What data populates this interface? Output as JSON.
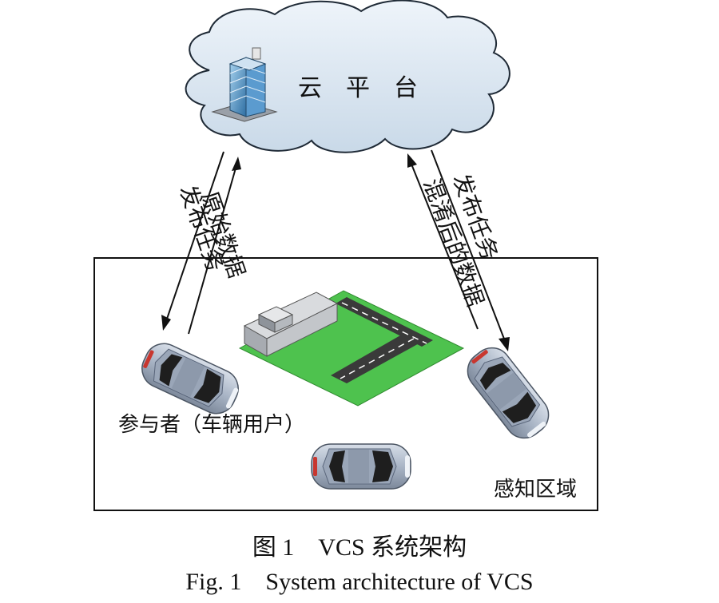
{
  "cloud": {
    "label": "云　平　台"
  },
  "arrows": {
    "left_outer": "原始数据",
    "left_inner": "发布任务",
    "right_outer": "发布任务",
    "right_inner": "混淆后的数据"
  },
  "region": {
    "label": "感知区域"
  },
  "participant": {
    "label": "参与者（车辆用户）"
  },
  "caption": {
    "cn": "图 1　VCS 系统架构",
    "en": "Fig. 1　System architecture of VCS"
  },
  "colors": {
    "cloud_fill": "#dce8f2",
    "grass": "#4ec24e",
    "road": "#3a3a3a",
    "car_body": "#b9c4d4"
  }
}
